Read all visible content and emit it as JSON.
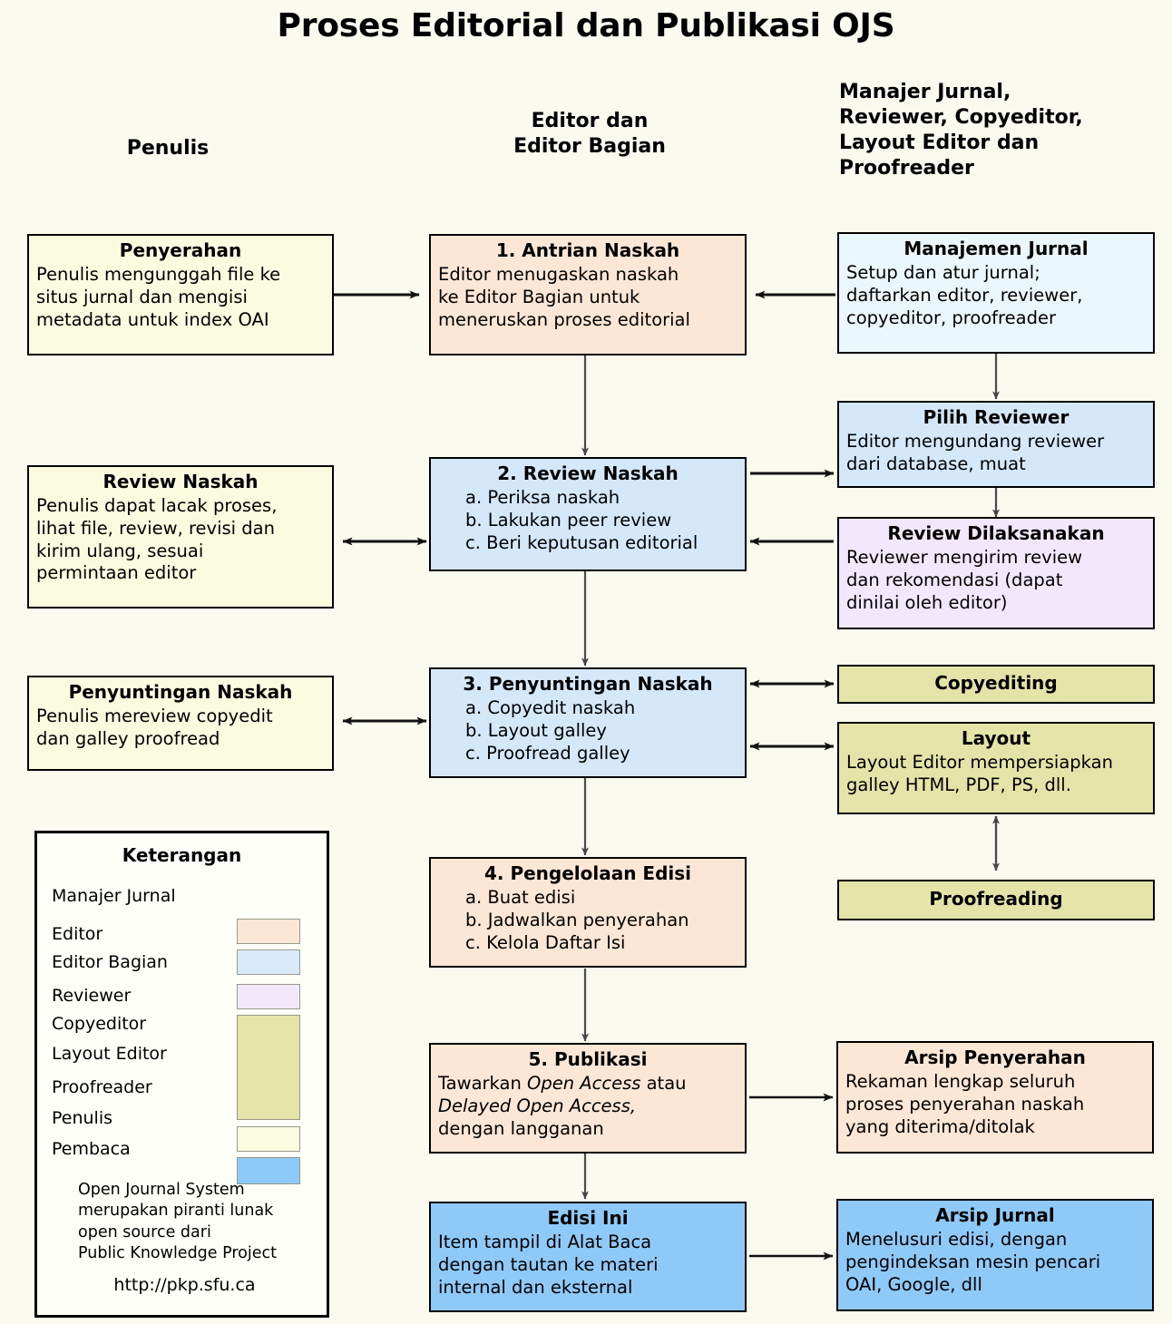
{
  "title": "Proses Editorial dan Publikasi OJS",
  "columns": {
    "author": "Penulis",
    "editor": "Editor dan\nEditor Bagian",
    "manager": "Manajer Jurnal,\nReviewer, Copyeditor,\nLayout Editor dan\nProofreader"
  },
  "boxes": {
    "penyerahan": {
      "title": "Penyerahan",
      "lines": [
        "Penulis mengunggah file ke",
        "situs jurnal dan mengisi",
        "metadata untuk index OAI"
      ]
    },
    "antrian": {
      "title": "1. Antrian Naskah",
      "lines": [
        "Editor menugaskan naskah",
        "ke Editor Bagian untuk",
        "meneruskan proses editorial"
      ]
    },
    "manajemen": {
      "title": "Manajemen Jurnal",
      "lines": [
        "Setup dan atur jurnal;",
        "daftarkan editor, reviewer,",
        "copyeditor, proofreader"
      ]
    },
    "pilih_reviewer": {
      "title": "Pilih Reviewer",
      "lines": [
        "Editor mengundang reviewer",
        "dari database, muat"
      ]
    },
    "review_naskah_author": {
      "title": "Review Naskah",
      "lines": [
        "Penulis dapat lacak proses,",
        "lihat file, review, revisi dan",
        "kirim ulang, sesuai",
        "permintaan editor"
      ]
    },
    "review_naskah": {
      "title": "2. Review Naskah",
      "lines": [
        "a. Periksa naskah",
        "b. Lakukan peer review",
        "c. Beri keputusan editorial"
      ]
    },
    "review_dilaksanakan": {
      "title": "Review Dilaksanakan",
      "lines": [
        "Reviewer mengirim review",
        "dan rekomendasi (dapat",
        "dinilai oleh editor)"
      ]
    },
    "penyuntingan_author": {
      "title": "Penyuntingan Naskah",
      "lines": [
        "Penulis mereview copyedit",
        "dan galley proofread"
      ]
    },
    "penyuntingan": {
      "title": "3. Penyuntingan Naskah",
      "lines": [
        "a. Copyedit naskah",
        "b. Layout galley",
        "c. Proofread galley"
      ]
    },
    "copyediting": {
      "title": "Copyediting",
      "lines": []
    },
    "layout": {
      "title": "Layout",
      "lines": [
        "Layout Editor mempersiapkan",
        "galley HTML, PDF, PS, dll."
      ]
    },
    "proofreading": {
      "title": "Proofreading",
      "lines": []
    },
    "pengelolaan": {
      "title": "4. Pengelolaan Edisi",
      "lines": [
        "a. Buat edisi",
        "b. Jadwalkan penyerahan",
        "c. Kelola Daftar Isi"
      ]
    },
    "publikasi": {
      "title": "5. Publikasi",
      "lines": [
        "Tawarkan Open Access atau",
        "Delayed Open Access,",
        "dengan langganan"
      ]
    },
    "arsip_penyerahan": {
      "title": "Arsip Penyerahan",
      "lines": [
        "Rekaman lengkap seluruh",
        "proses penyerahan naskah",
        "yang diterima/ditolak"
      ]
    },
    "edisi_ini": {
      "title": "Edisi Ini",
      "lines": [
        "Item tampil di Alat Baca",
        "dengan tautan ke materi",
        "internal dan eksternal"
      ]
    },
    "arsip_jurnal": {
      "title": "Arsip Jurnal",
      "lines": [
        "Menelusuri edisi, dengan",
        "pengindeksan mesin pencari",
        "OAI, Google, dll"
      ]
    }
  },
  "legend": {
    "title": "Keterangan",
    "roles": [
      {
        "label": "Manajer Jurnal",
        "color": null
      },
      {
        "label": "Editor",
        "color": "#fce6d5"
      },
      {
        "label": "Editor Bagian",
        "color": "#d9ebfa"
      },
      {
        "label": "Reviewer",
        "color": "#f2e8fb"
      },
      {
        "label": "Copyeditor",
        "color": "#e4e4a8"
      },
      {
        "label": "Layout Editor",
        "color": "#e4e4a8"
      },
      {
        "label": "Proofreader",
        "color": "#e4e4a8"
      },
      {
        "label": "Penulis",
        "color": "#fbfbdf"
      },
      {
        "label": "Pembaca",
        "color": "#8fc9f7"
      }
    ],
    "note": [
      "Open Journal System",
      "merupakan piranti lunak",
      "open source dari",
      "Public Knowledge Project"
    ],
    "url": "http://pkp.sfu.ca"
  },
  "colors": {
    "background": "#fbfaef",
    "author": "#fbfbdf",
    "editor": "#fce6d5",
    "section_editor": "#d4e8f9",
    "manager": "#eaf7fd",
    "reviewer": "#f2e8fb",
    "copyeditor": "#e4e4a8",
    "reader": "#8fc9f7",
    "stroke": "#000000"
  }
}
